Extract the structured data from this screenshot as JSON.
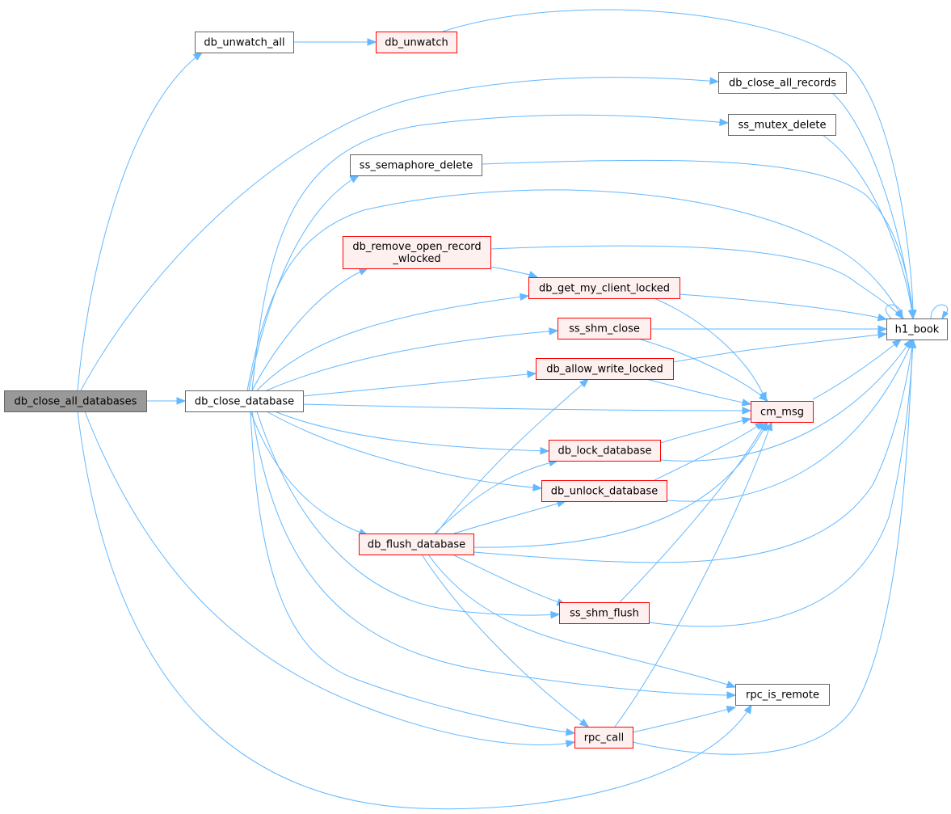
{
  "graph": {
    "nodes": {
      "db_close_all_databases": {
        "label": [
          "db_close_all_databases"
        ],
        "style": "current"
      },
      "db_unwatch_all": {
        "label": [
          "db_unwatch_all"
        ],
        "style": "normal"
      },
      "db_unwatch": {
        "label": [
          "db_unwatch"
        ],
        "style": "highlight"
      },
      "db_close_all_records": {
        "label": [
          "db_close_all_records"
        ],
        "style": "normal"
      },
      "ss_mutex_delete": {
        "label": [
          "ss_mutex_delete"
        ],
        "style": "normal"
      },
      "ss_semaphore_delete": {
        "label": [
          "ss_semaphore_delete"
        ],
        "style": "normal"
      },
      "db_remove_open_record_wlocked": {
        "label": [
          "db_remove_open_record",
          "_wlocked"
        ],
        "style": "highlight"
      },
      "db_get_my_client_locked": {
        "label": [
          "db_get_my_client_locked"
        ],
        "style": "highlight"
      },
      "ss_shm_close": {
        "label": [
          "ss_shm_close"
        ],
        "style": "highlight"
      },
      "db_allow_write_locked": {
        "label": [
          "db_allow_write_locked"
        ],
        "style": "highlight"
      },
      "db_close_database": {
        "label": [
          "db_close_database"
        ],
        "style": "normal"
      },
      "cm_msg": {
        "label": [
          "cm_msg"
        ],
        "style": "highlight"
      },
      "db_lock_database": {
        "label": [
          "db_lock_database"
        ],
        "style": "highlight"
      },
      "db_unlock_database": {
        "label": [
          "db_unlock_database"
        ],
        "style": "highlight"
      },
      "db_flush_database": {
        "label": [
          "db_flush_database"
        ],
        "style": "highlight"
      },
      "ss_shm_flush": {
        "label": [
          "ss_shm_flush"
        ],
        "style": "highlight"
      },
      "rpc_is_remote": {
        "label": [
          "rpc_is_remote"
        ],
        "style": "normal"
      },
      "rpc_call": {
        "label": [
          "rpc_call"
        ],
        "style": "highlight"
      },
      "h1_book": {
        "label": [
          "h1_book"
        ],
        "style": "normal"
      }
    },
    "edges": [
      [
        "db_close_all_databases",
        "db_unwatch_all"
      ],
      [
        "db_close_all_databases",
        "db_close_all_records"
      ],
      [
        "db_close_all_databases",
        "db_close_database"
      ],
      [
        "db_close_all_databases",
        "rpc_call"
      ],
      [
        "db_close_all_databases",
        "rpc_is_remote"
      ],
      [
        "db_unwatch_all",
        "db_unwatch"
      ],
      [
        "db_unwatch",
        "h1_book"
      ],
      [
        "db_close_all_records",
        "h1_book"
      ],
      [
        "ss_mutex_delete",
        "h1_book"
      ],
      [
        "ss_semaphore_delete",
        "h1_book"
      ],
      [
        "db_remove_open_record_wlocked",
        "h1_book"
      ],
      [
        "db_remove_open_record_wlocked",
        "db_get_my_client_locked"
      ],
      [
        "db_get_my_client_locked",
        "h1_book"
      ],
      [
        "db_get_my_client_locked",
        "cm_msg"
      ],
      [
        "ss_shm_close",
        "h1_book"
      ],
      [
        "ss_shm_close",
        "cm_msg"
      ],
      [
        "db_allow_write_locked",
        "h1_book"
      ],
      [
        "db_allow_write_locked",
        "cm_msg"
      ],
      [
        "db_close_database",
        "ss_mutex_delete"
      ],
      [
        "db_close_database",
        "ss_semaphore_delete"
      ],
      [
        "db_close_database",
        "h1_book"
      ],
      [
        "db_close_database",
        "db_remove_open_record_wlocked"
      ],
      [
        "db_close_database",
        "db_get_my_client_locked"
      ],
      [
        "db_close_database",
        "ss_shm_close"
      ],
      [
        "db_close_database",
        "db_allow_write_locked"
      ],
      [
        "db_close_database",
        "cm_msg"
      ],
      [
        "db_close_database",
        "db_lock_database"
      ],
      [
        "db_close_database",
        "db_unlock_database"
      ],
      [
        "db_close_database",
        "db_flush_database"
      ],
      [
        "db_close_database",
        "ss_shm_flush"
      ],
      [
        "db_close_database",
        "rpc_is_remote"
      ],
      [
        "db_close_database",
        "rpc_call"
      ],
      [
        "cm_msg",
        "h1_book"
      ],
      [
        "db_lock_database",
        "cm_msg"
      ],
      [
        "db_lock_database",
        "h1_book"
      ],
      [
        "db_unlock_database",
        "cm_msg"
      ],
      [
        "db_unlock_database",
        "h1_book"
      ],
      [
        "db_flush_database",
        "db_allow_write_locked"
      ],
      [
        "db_flush_database",
        "db_lock_database"
      ],
      [
        "db_flush_database",
        "db_unlock_database"
      ],
      [
        "db_flush_database",
        "cm_msg"
      ],
      [
        "db_flush_database",
        "h1_book"
      ],
      [
        "db_flush_database",
        "ss_shm_flush"
      ],
      [
        "db_flush_database",
        "rpc_is_remote"
      ],
      [
        "db_flush_database",
        "rpc_call"
      ],
      [
        "ss_shm_flush",
        "cm_msg"
      ],
      [
        "ss_shm_flush",
        "h1_book"
      ],
      [
        "rpc_call",
        "cm_msg"
      ],
      [
        "rpc_call",
        "rpc_is_remote"
      ],
      [
        "rpc_call",
        "h1_book"
      ],
      [
        "h1_book",
        "h1_book"
      ]
    ]
  },
  "colors": {
    "edge": "#63b8ff",
    "highlight_border": "#ff0000",
    "highlight_fill": "#fff0f0",
    "normal_border": "#666666",
    "current_fill": "#999999"
  }
}
